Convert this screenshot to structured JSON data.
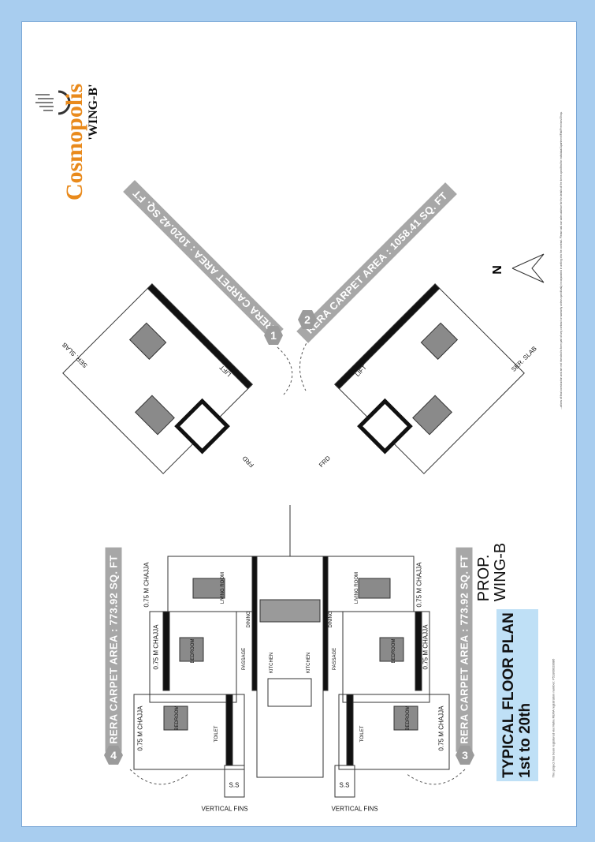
{
  "logo": {
    "name": "Cosmopolis",
    "wing": "'WING-B'"
  },
  "units": [
    {
      "number": "1",
      "area_label": "RERA CARPET AREA : 1020.42 SQ. FT"
    },
    {
      "number": "2",
      "area_label": "RERA CARPET AREA : 1058.41 SQ. FT"
    },
    {
      "number": "3",
      "area_label": "RERA CARPET AREA : 773.92 SQ. FT"
    },
    {
      "number": "4",
      "area_label": "RERA CARPET AREA : 773.92 SQ. FT"
    }
  ],
  "title": {
    "line1": "TYPICAL FLOOR PLAN",
    "line2": "1st to 20th"
  },
  "prop": {
    "line1": "PROP.",
    "line2": "WING-B"
  },
  "north": "N",
  "disclaimer": {
    "registration": "The project has been registered via Maha RERA registration number: P51800028086",
    "notes": "...ations of final construction and are not intended to form part of any contract or warranty unless specifically incorporated in writing into the contract. Please ask our sales advisor for the details of the items specified for individual Apartment/Flat/Premises/Shop."
  },
  "labels": {
    "chajja": "0.75 M CHAJJA",
    "vertical_fins": "VERTICAL FINS",
    "ss": "S.S",
    "ser_slab": "SER. SLAB",
    "lift": "LIFT",
    "frd": "FRD",
    "bedroom": "BEDROOM",
    "living_room": "LIVING ROOM",
    "kitchen": "KITCHEN",
    "toilet": "TOILET",
    "passage": "PASSAGE",
    "dining": "DINING"
  },
  "colors": {
    "background": "#a8cdef",
    "brand_orange": "#e98a1c",
    "banner_gray": "#a7a7a7",
    "title_box": "#bfe0f6"
  }
}
